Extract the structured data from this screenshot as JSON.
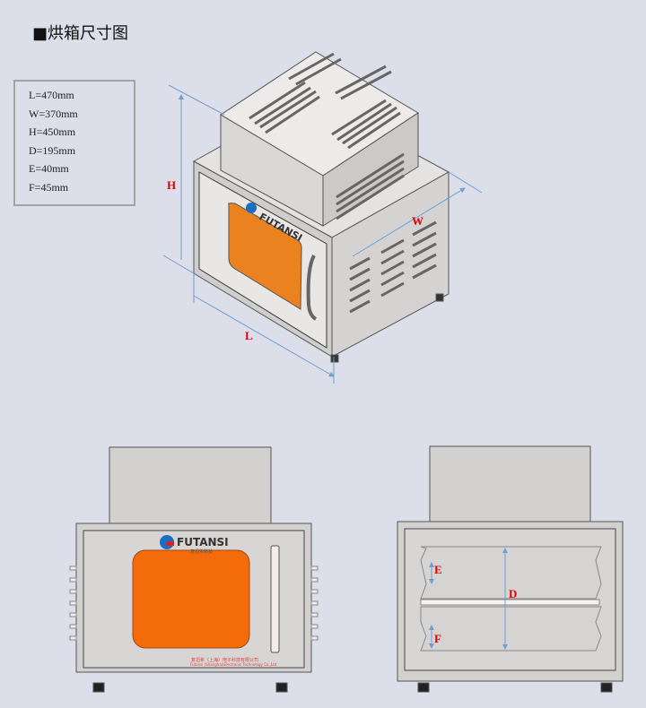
{
  "title": "■烘箱尺寸图",
  "specs": [
    "L=470mm",
    "W=370mm",
    "H=450mm",
    "D=195mm",
    "E=40mm",
    "F=45mm"
  ],
  "labels": {
    "H": "H",
    "W": "W",
    "L": "L",
    "D": "D",
    "E": "E",
    "F": "F"
  },
  "brand": {
    "name": "FUTANSI",
    "sub": "复坦希科技",
    "company_cn": "复坦希（上海）电子科技有限公司",
    "company_en": "Futansi (Shanghai)Electronic Technology Co.,Ltd"
  },
  "colors": {
    "window": "#f36b0a",
    "window_iso": "#ea8220",
    "dim": "#6f9fd0",
    "label": "#e00000",
    "body": "#d3d1cf"
  }
}
